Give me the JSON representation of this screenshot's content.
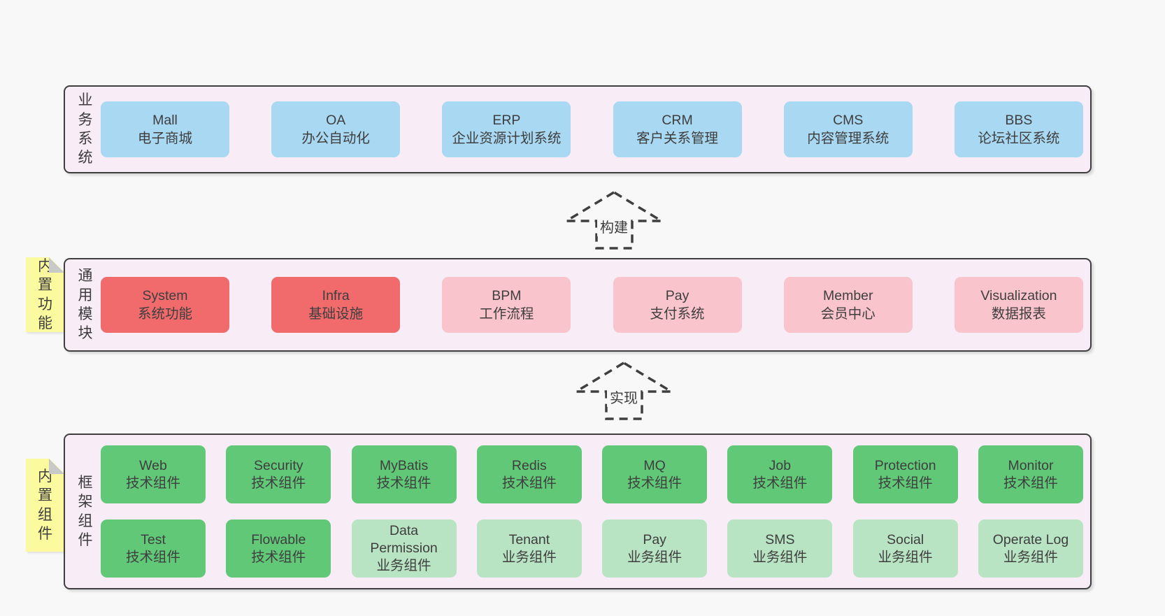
{
  "colors": {
    "page_bg": "#f8f8f8",
    "band_bg": "#f8edf6",
    "band_border": "#3f3f3f",
    "blue": "#a9d8f2",
    "red": "#f16a6c",
    "pink": "#fac4cd",
    "green": "#61c878",
    "green_light": "#b9e4c4",
    "sticky_yellow": "#fbfa9e",
    "sticky_fold": "#c9c9c9",
    "text": "#3d3d3d"
  },
  "arrows": [
    {
      "label": "构建"
    },
    {
      "label": "实现"
    }
  ],
  "bands": [
    {
      "label": "业务系统",
      "boxes": [
        {
          "title": "Mall",
          "subtitle": "电子商城"
        },
        {
          "title": "OA",
          "subtitle": "办公自动化"
        },
        {
          "title": "ERP",
          "subtitle": "企业资源计划系统"
        },
        {
          "title": "CRM",
          "subtitle": "客户关系管理"
        },
        {
          "title": "CMS",
          "subtitle": "内容管理系统"
        },
        {
          "title": "BBS",
          "subtitle": "论坛社区系统"
        }
      ]
    },
    {
      "label": "通用模块",
      "sticky": "内置功能",
      "boxes": [
        {
          "title": "System",
          "subtitle": "系统功能"
        },
        {
          "title": "Infra",
          "subtitle": "基础设施"
        },
        {
          "title": "BPM",
          "subtitle": "工作流程"
        },
        {
          "title": "Pay",
          "subtitle": "支付系统"
        },
        {
          "title": "Member",
          "subtitle": "会员中心"
        },
        {
          "title": "Visualization",
          "subtitle": "数据报表"
        }
      ]
    },
    {
      "label": "框架组件",
      "sticky": "内置组件",
      "rows": [
        [
          {
            "title": "Web",
            "subtitle": "技术组件"
          },
          {
            "title": "Security",
            "subtitle": "技术组件"
          },
          {
            "title": "MyBatis",
            "subtitle": "技术组件"
          },
          {
            "title": "Redis",
            "subtitle": "技术组件"
          },
          {
            "title": "MQ",
            "subtitle": "技术组件"
          },
          {
            "title": "Job",
            "subtitle": "技术组件"
          },
          {
            "title": "Protection",
            "subtitle": "技术组件"
          },
          {
            "title": "Monitor",
            "subtitle": "技术组件"
          }
        ],
        [
          {
            "title": "Test",
            "subtitle": "技术组件"
          },
          {
            "title": "Flowable",
            "subtitle": "技术组件"
          },
          {
            "title": "Data Permission",
            "subtitle": "业务组件"
          },
          {
            "title": "Tenant",
            "subtitle": "业务组件"
          },
          {
            "title": "Pay",
            "subtitle": "业务组件"
          },
          {
            "title": "SMS",
            "subtitle": "业务组件"
          },
          {
            "title": "Social",
            "subtitle": "业务组件"
          },
          {
            "title": "Operate Log",
            "subtitle": "业务组件"
          }
        ]
      ]
    }
  ]
}
